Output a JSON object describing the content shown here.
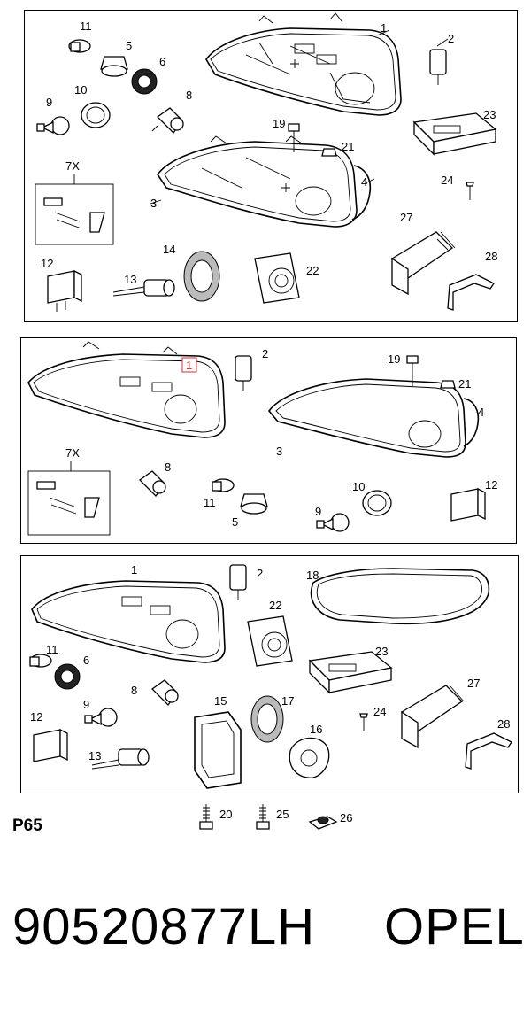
{
  "diagram": {
    "panel_top": {
      "callouts": [
        "1",
        "2",
        "3",
        "4",
        "5",
        "6",
        "7X",
        "8",
        "9",
        "10",
        "11",
        "12",
        "13",
        "14",
        "19",
        "21",
        "22",
        "23",
        "24",
        "27",
        "28"
      ]
    },
    "panel_middle": {
      "highlighted_callout": "1",
      "callouts": [
        "2",
        "3",
        "4",
        "5",
        "7X",
        "8",
        "9",
        "10",
        "11",
        "12",
        "19",
        "21"
      ]
    },
    "panel_bottom": {
      "callouts": [
        "1",
        "2",
        "6",
        "8",
        "9",
        "11",
        "12",
        "13",
        "15",
        "16",
        "17",
        "18",
        "22",
        "23",
        "24",
        "27",
        "28"
      ]
    },
    "loose_parts": {
      "callouts": [
        "20",
        "25",
        "26"
      ]
    },
    "diagram_code": "P65",
    "part_number": "90520877LH",
    "brand": "OPEL"
  },
  "colors": {
    "line": "#000000",
    "background": "#ffffff",
    "highlight_box": "#cc3333"
  }
}
